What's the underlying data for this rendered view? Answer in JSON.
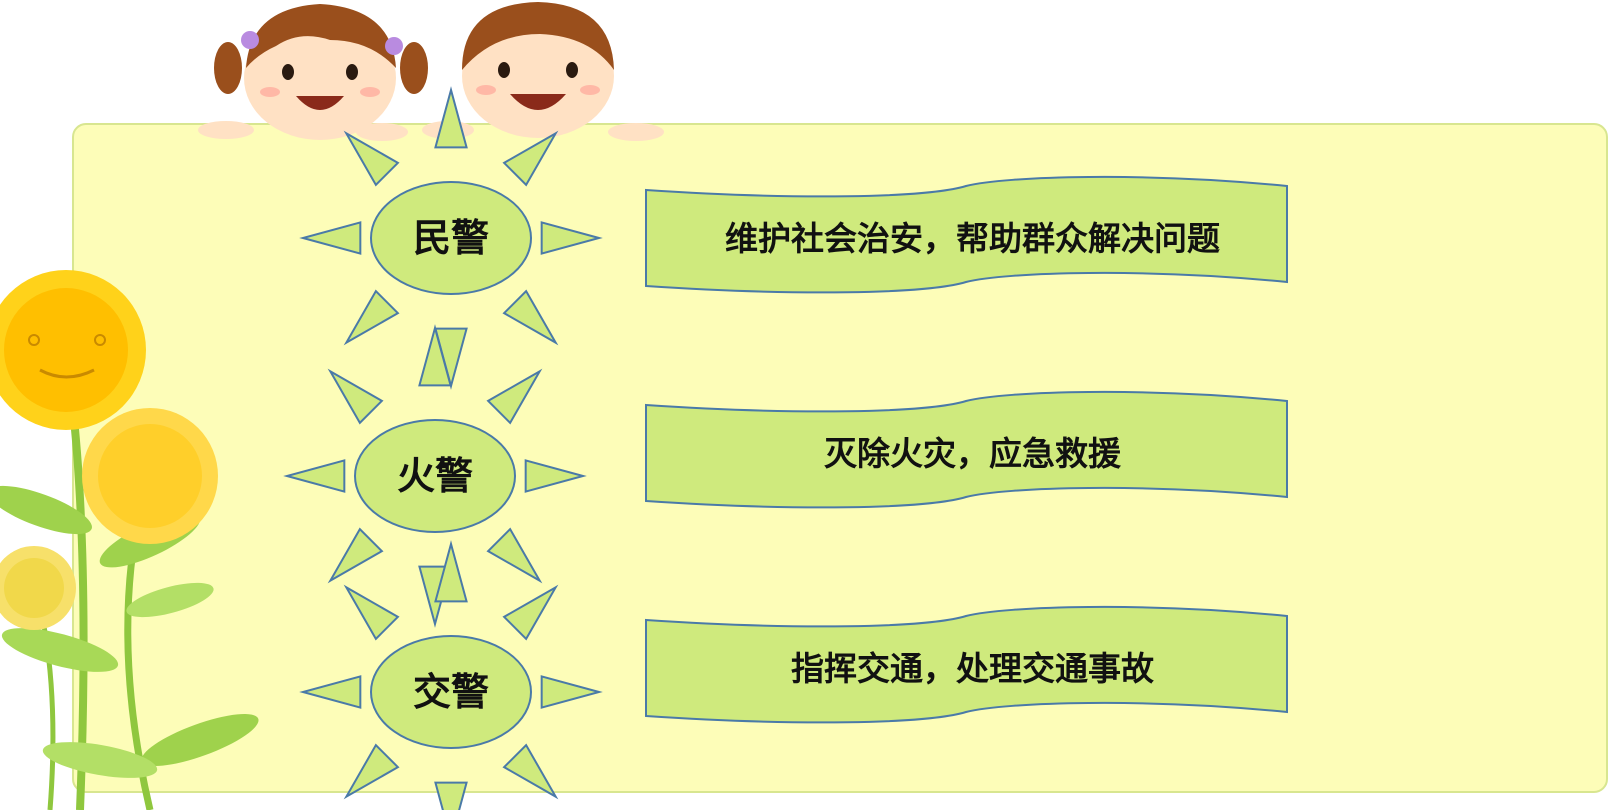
{
  "colors": {
    "board": "#fdfdb8",
    "sun_fill": "#cfea7d",
    "sun_stroke": "#4a7aa8",
    "banner_fill": "#cfea7d",
    "banner_stroke": "#4a7aa8",
    "sunflower_petal": "#ffd21a",
    "sunflower_center": "#ffbf00",
    "leaf": "#9fd24c"
  },
  "icons": [
    "girl-character-icon",
    "boy-character-icon",
    "smiling-sunflower-icon"
  ],
  "rows": [
    {
      "sun_label": "民警",
      "description": "维护社会治安，帮助群众解决问题"
    },
    {
      "sun_label": "火警",
      "description": "灭除火灾，应急救援"
    },
    {
      "sun_label": "交警",
      "description": "指挥交通，处理交通事故"
    }
  ]
}
